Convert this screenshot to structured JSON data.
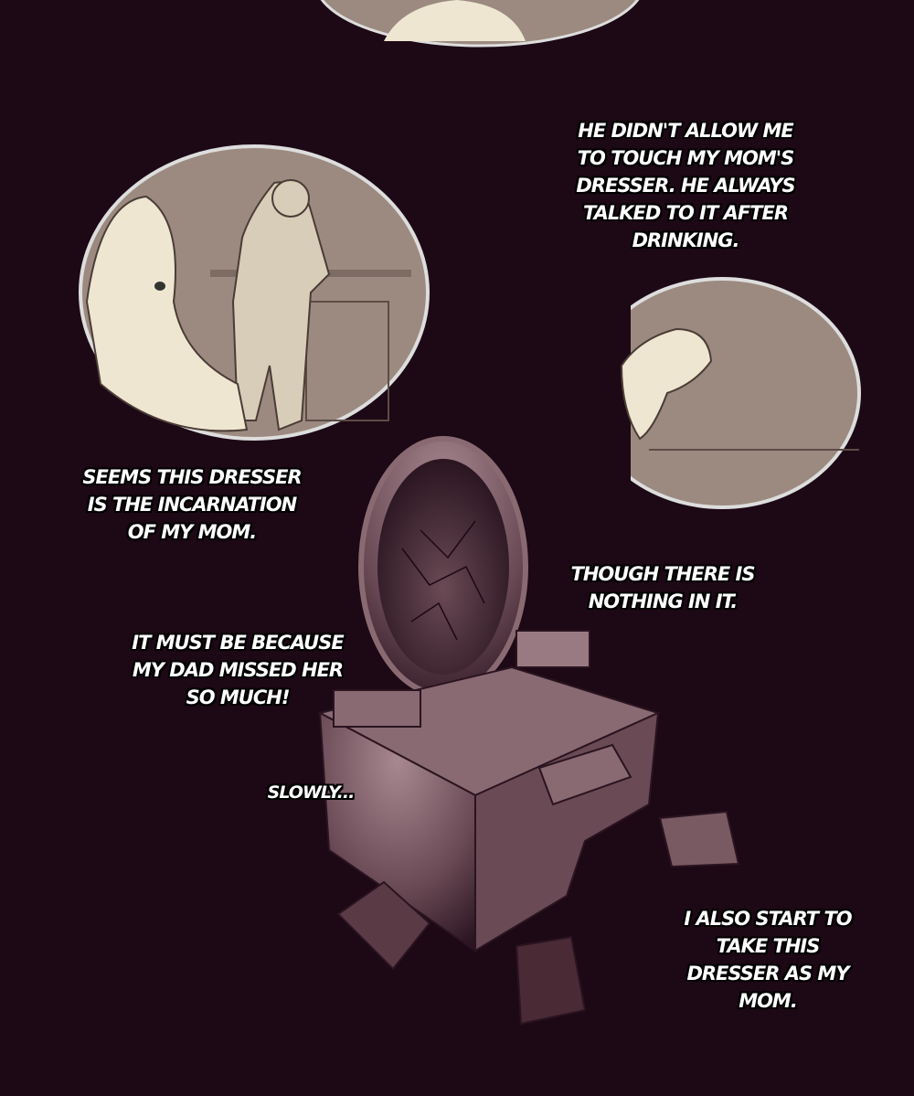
{
  "captions": {
    "c1": [
      "HE DIDN'T ALLOW ME",
      "TO TOUCH MY MOM'S",
      "DRESSER. HE ALWAYS",
      "TALKED TO IT AFTER",
      "DRINKING."
    ],
    "c2": [
      "SEEMS THIS DRESSER",
      "IS THE INCARNATION",
      "OF MY MOM."
    ],
    "c3": [
      "THOUGH THERE IS",
      "NOTHING IN IT."
    ],
    "c4": [
      "IT MUST BE BECAUSE",
      "MY DAD MISSED HER",
      "SO MUCH!"
    ],
    "c5": [
      "SLOWLY..."
    ],
    "c6": [
      "I ALSO START TO",
      "TAKE THIS",
      "DRESSER AS MY",
      "MOM."
    ]
  },
  "colors": {
    "background": "#1d0815",
    "panel": "#9c8a80",
    "light": "#efe6d2",
    "dresser": "#7a5a62"
  }
}
